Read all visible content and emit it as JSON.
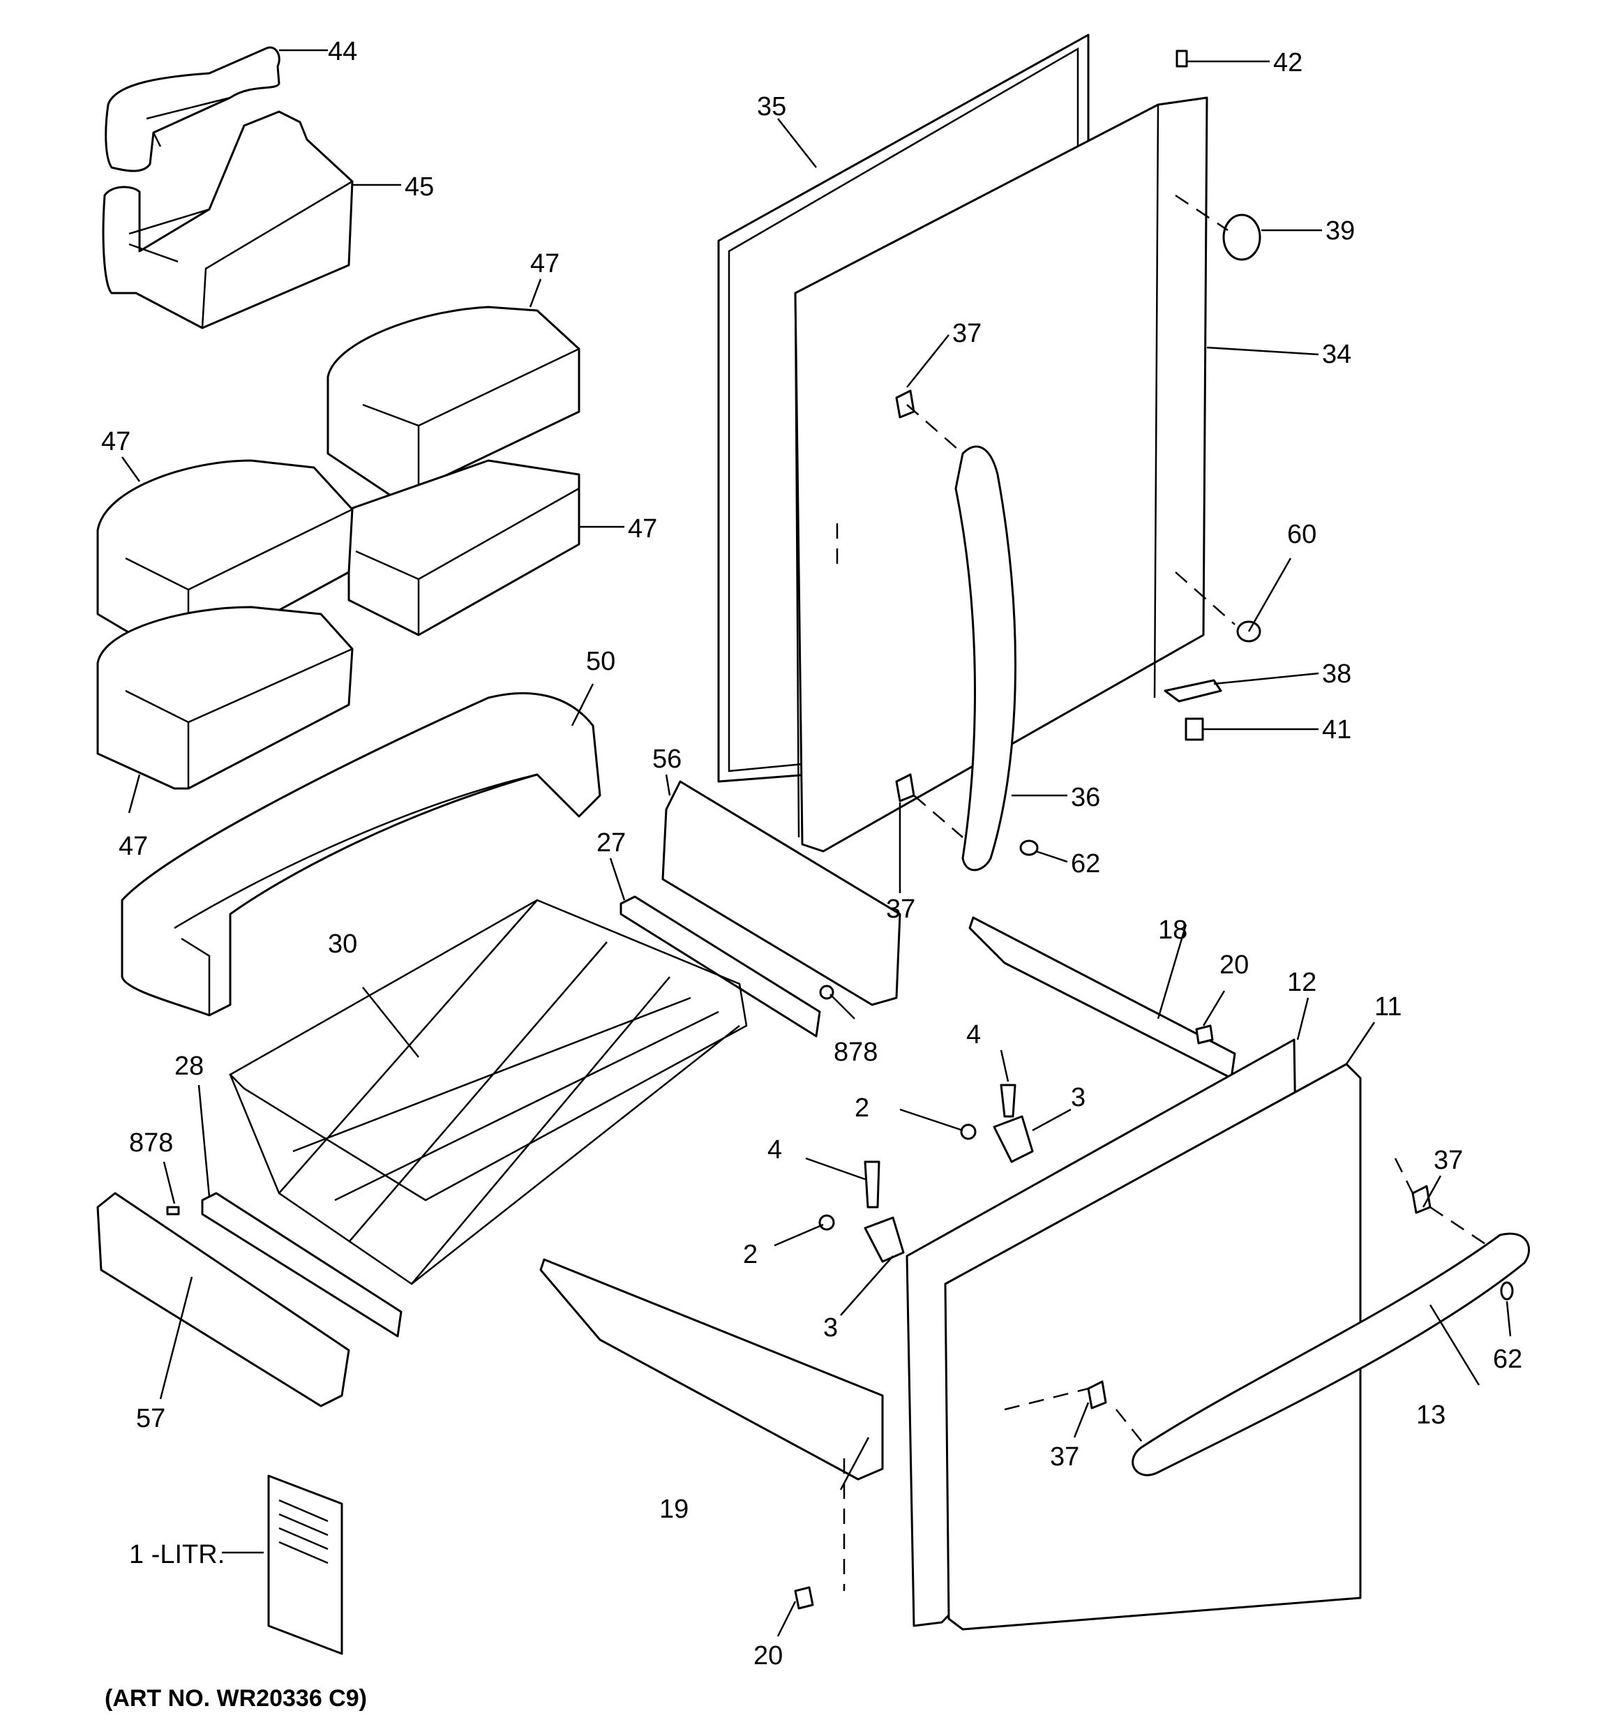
{
  "art_number": "(ART NO. WR20336 C9)",
  "callouts": {
    "c44": "44",
    "c45": "45",
    "c47a": "47",
    "c47b": "47",
    "c47c": "47",
    "c47d": "47",
    "c50": "50",
    "c35": "35",
    "c42": "42",
    "c39": "39",
    "c34": "34",
    "c37a": "37",
    "c37b": "37",
    "c37c": "37",
    "c37d": "37",
    "c60": "60",
    "c38": "38",
    "c41": "41",
    "c36": "36",
    "c62a": "62",
    "c62b": "62",
    "c56": "56",
    "c27": "27",
    "c30": "30",
    "c878a": "878",
    "c878b": "878",
    "c18": "18",
    "c20a": "20",
    "c20b": "20",
    "c12": "12",
    "c11": "11",
    "c4a": "4",
    "c4b": "4",
    "c2a": "2",
    "c2b": "2",
    "c3a": "3",
    "c3b": "3",
    "c28": "28",
    "c57": "57",
    "c13": "13",
    "c19": "19",
    "c1": "1 -LITR."
  }
}
